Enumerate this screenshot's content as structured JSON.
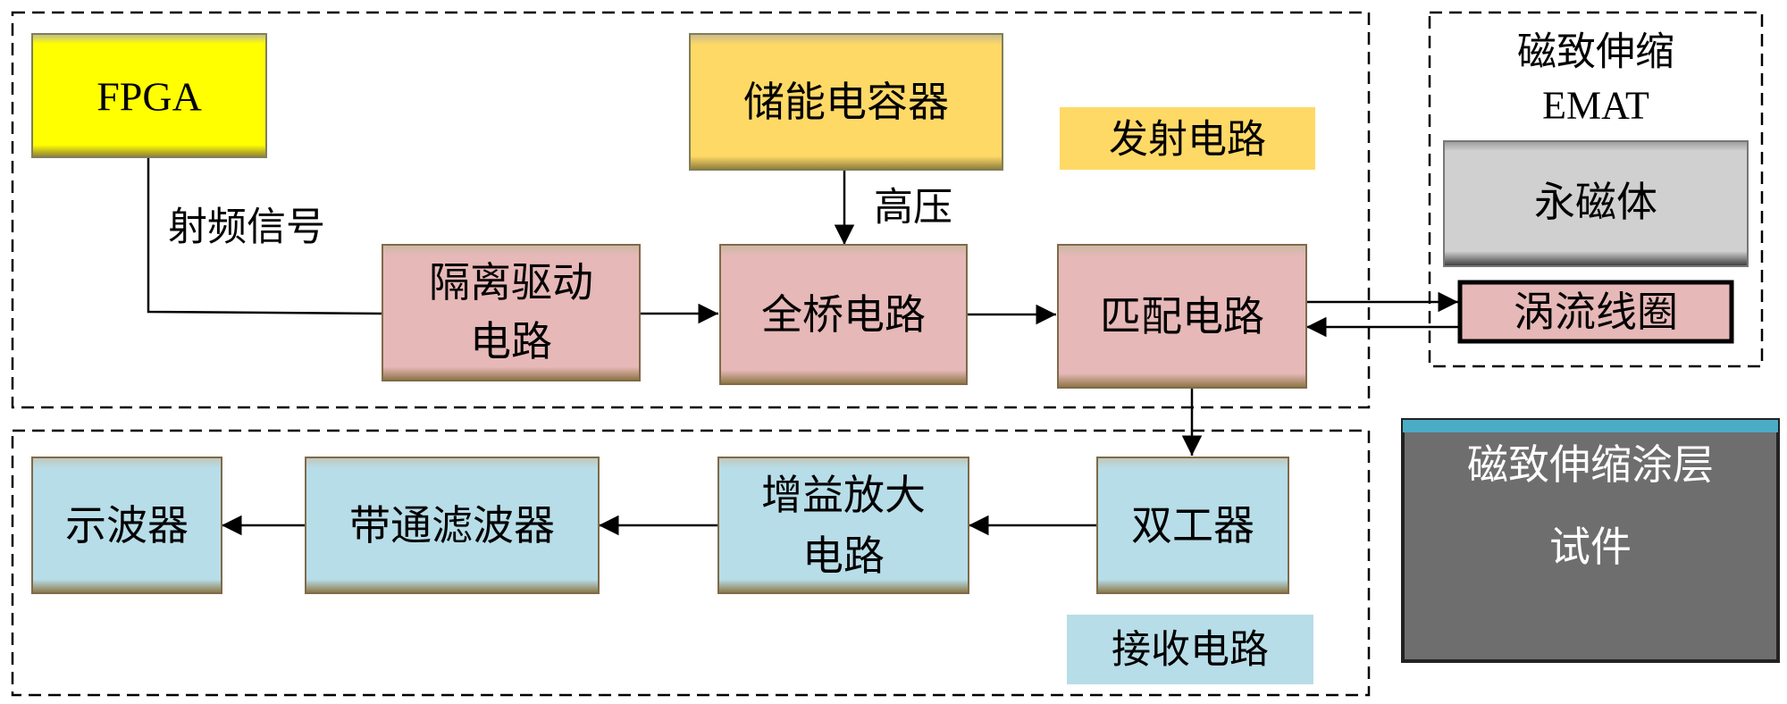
{
  "colors": {
    "fpga": "#ffff00",
    "storage": "#ffd966",
    "transmit_block": "#e6b8b7",
    "receive_block": "#b7dde8",
    "transmit_tag": "#ffd966",
    "receive_tag": "#b7dde8",
    "magnet": "#d0d0d0",
    "coil": "#e6b8b7",
    "specimen": "#6e6e6e",
    "coating": "#4bacc6"
  },
  "transmit": {
    "fpga": "FPGA",
    "storage_capacitor": "储能电容器",
    "isolation_driver": [
      "隔离驱动",
      "电路"
    ],
    "full_bridge": "全桥电路",
    "matching": "匹配电路",
    "label": "发射电路",
    "rf_signal": "射频信号",
    "high_voltage": "高压"
  },
  "receive": {
    "duplexer": "双工器",
    "gain_amp": [
      "增益放大",
      "电路"
    ],
    "bandpass": "带通滤波器",
    "oscilloscope": "示波器",
    "label": "接收电路"
  },
  "emat": {
    "title": [
      "磁致伸缩",
      "EMAT"
    ],
    "magnet": "永磁体",
    "coil": "涡流线圈"
  },
  "specimen": {
    "title": "磁致伸缩涂层",
    "subtitle": "试件"
  }
}
